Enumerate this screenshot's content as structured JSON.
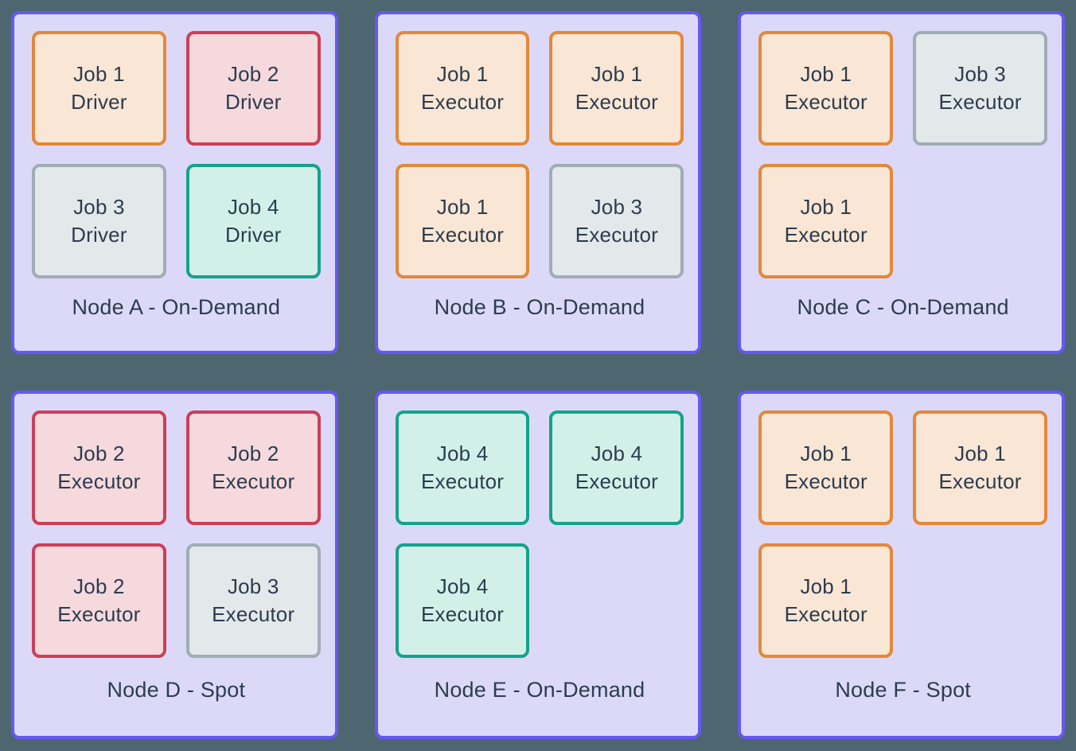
{
  "colors": {
    "background": "#4D6670",
    "node_border": "#6459F0",
    "node_fill": "#DCD9F8",
    "text": "#2C3C4E"
  },
  "job_styles": {
    "job1": {
      "border": "#E2883B",
      "fill": "#FAE6D4"
    },
    "job2": {
      "border": "#CB3F58",
      "fill": "#F5D9DD"
    },
    "job3": {
      "border": "#A0ACB6",
      "fill": "#E3E8EB"
    },
    "job4": {
      "border": "#14A38A",
      "fill": "#D2F0E8"
    }
  },
  "nodes": [
    {
      "label": "Node A - On-Demand",
      "jobs": [
        {
          "title": "Job 1",
          "role": "Driver",
          "style": "job1"
        },
        {
          "title": "Job 2",
          "role": "Driver",
          "style": "job2"
        },
        {
          "title": "Job 3",
          "role": "Driver",
          "style": "job3"
        },
        {
          "title": "Job 4",
          "role": "Driver",
          "style": "job4"
        }
      ]
    },
    {
      "label": "Node B - On-Demand",
      "jobs": [
        {
          "title": "Job 1",
          "role": "Executor",
          "style": "job1"
        },
        {
          "title": "Job 1",
          "role": "Executor",
          "style": "job1"
        },
        {
          "title": "Job 1",
          "role": "Executor",
          "style": "job1"
        },
        {
          "title": "Job 3",
          "role": "Executor",
          "style": "job3"
        }
      ]
    },
    {
      "label": "Node C - On-Demand",
      "jobs": [
        {
          "title": "Job 1",
          "role": "Executor",
          "style": "job1"
        },
        {
          "title": "Job 3",
          "role": "Executor",
          "style": "job3"
        },
        {
          "title": "Job 1",
          "role": "Executor",
          "style": "job1"
        }
      ]
    },
    {
      "label": "Node D - Spot",
      "jobs": [
        {
          "title": "Job 2",
          "role": "Executor",
          "style": "job2"
        },
        {
          "title": "Job 2",
          "role": "Executor",
          "style": "job2"
        },
        {
          "title": "Job 2",
          "role": "Executor",
          "style": "job2"
        },
        {
          "title": "Job 3",
          "role": "Executor",
          "style": "job3"
        }
      ]
    },
    {
      "label": "Node E - On-Demand",
      "jobs": [
        {
          "title": "Job 4",
          "role": "Executor",
          "style": "job4"
        },
        {
          "title": "Job 4",
          "role": "Executor",
          "style": "job4"
        },
        {
          "title": "Job 4",
          "role": "Executor",
          "style": "job4"
        }
      ]
    },
    {
      "label": "Node F - Spot",
      "jobs": [
        {
          "title": "Job 1",
          "role": "Executor",
          "style": "job1"
        },
        {
          "title": "Job 1",
          "role": "Executor",
          "style": "job1"
        },
        {
          "title": "Job 1",
          "role": "Executor",
          "style": "job1"
        }
      ]
    }
  ]
}
